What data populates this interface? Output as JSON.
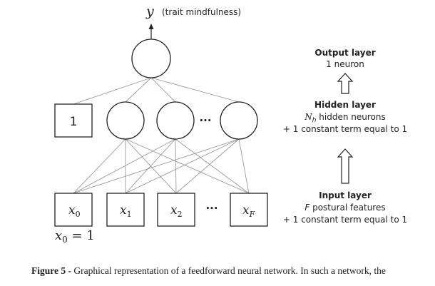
{
  "diagram": {
    "output": {
      "symbol": "y",
      "annotation": "(trait mindfulness)"
    },
    "hidden": {
      "constant_label": "1",
      "ellipsis": "···"
    },
    "inputs": {
      "x0_base": "x",
      "x0_sub": "0",
      "x1_base": "x",
      "x1_sub": "1",
      "x2_base": "x",
      "x2_sub": "2",
      "xF_base": "x",
      "xF_sub": "F",
      "ellipsis": "···",
      "x0_eq_base": "x",
      "x0_eq_sub": "0",
      "x0_eq_rest": " = 1"
    },
    "layers": {
      "output_title": "Output layer",
      "output_desc": "1 neuron",
      "hidden_title": "Hidden layer",
      "hidden_desc1_base": "N",
      "hidden_desc1_sub": "h",
      "hidden_desc1_rest": " hidden neurons",
      "hidden_desc2": "+ 1 constant term equal to 1",
      "input_title": "Input layer",
      "input_desc1_var": "F",
      "input_desc1_rest": " postural features",
      "input_desc2": "+ 1 constant term equal to 1"
    }
  },
  "caption": {
    "label": "Figure 5 -",
    "text": " Graphical representation of a feedforward neural network. In such a network, the"
  }
}
